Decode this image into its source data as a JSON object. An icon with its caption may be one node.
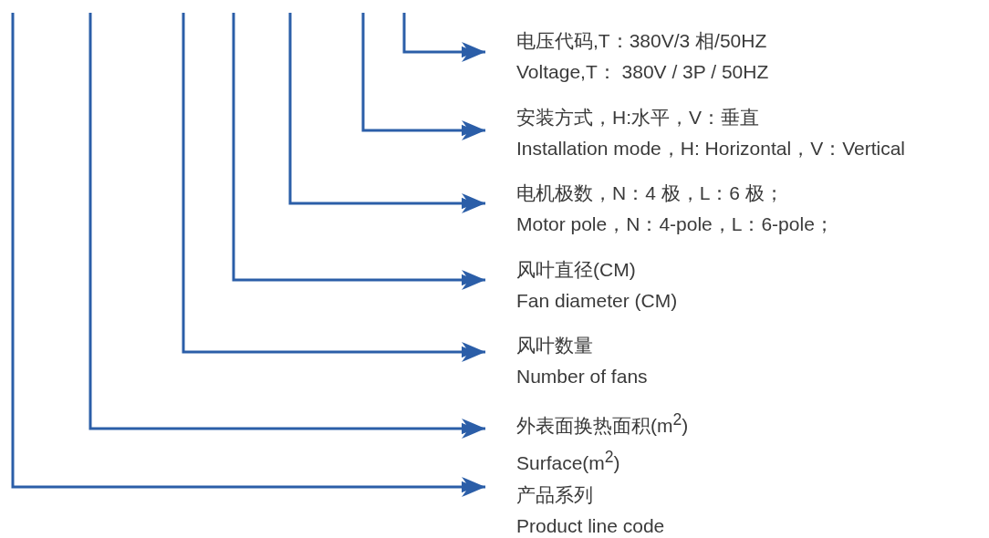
{
  "diagram": {
    "nodes": [
      {
        "text": [
          "电压代码,T：380V/3 相/50HZ",
          "Voltage,T： 380V /  3P / 50HZ"
        ]
      },
      {
        "text": [
          "安装方式，H:水平，V：垂直",
          "Installation mode，H: Horizontal，V：Vertical"
        ]
      },
      {
        "text": [
          "电机极数，N：4 极，L：6 极；",
          "Motor pole，N：4-pole，L：6-pole；"
        ]
      },
      {
        "text": [
          "风叶直径(CM)",
          "Fan diameter (CM)"
        ]
      },
      {
        "text": [
          "风叶数量",
          "Number of fans"
        ]
      },
      {
        "text": [
          "外表面换热面积(m$^{2}$)",
          "Surface(m$^{2}$)"
        ]
      },
      {
        "text": [
          "产品系列",
          "Product line code"
        ]
      }
    ],
    "edges": [
      {
        "from": null,
        "to": 0,
        "arrow": "to"
      },
      {
        "from": null,
        "to": 1,
        "arrow": "to"
      },
      {
        "from": null,
        "to": 2,
        "arrow": "to"
      },
      {
        "from": null,
        "to": 3,
        "arrow": "to"
      },
      {
        "from": null,
        "to": 4,
        "arrow": "to"
      },
      {
        "from": null,
        "to": 5,
        "arrow": "to"
      },
      {
        "from": null,
        "to": 6,
        "arrow": "to"
      }
    ]
  }
}
